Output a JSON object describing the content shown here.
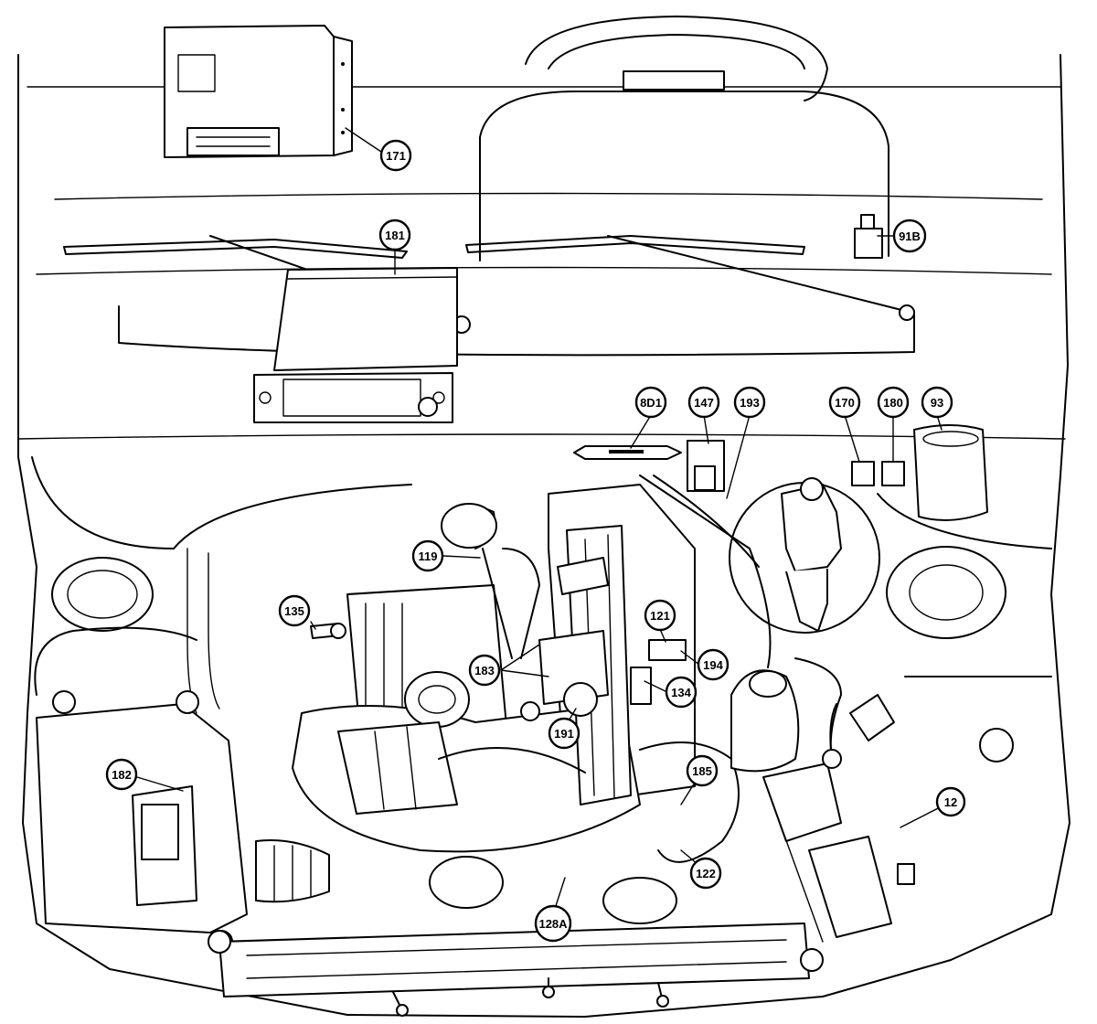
{
  "callouts": [
    {
      "id": "171",
      "label": "171"
    },
    {
      "id": "181",
      "label": "181"
    },
    {
      "id": "91B",
      "label": "91B"
    },
    {
      "id": "8D1",
      "label": "8D1"
    },
    {
      "id": "147",
      "label": "147"
    },
    {
      "id": "193",
      "label": "193"
    },
    {
      "id": "170",
      "label": "170"
    },
    {
      "id": "180",
      "label": "180"
    },
    {
      "id": "93",
      "label": "93"
    },
    {
      "id": "119",
      "label": "119"
    },
    {
      "id": "135",
      "label": "135"
    },
    {
      "id": "121",
      "label": "121"
    },
    {
      "id": "183",
      "label": "183"
    },
    {
      "id": "194",
      "label": "194"
    },
    {
      "id": "134",
      "label": "134"
    },
    {
      "id": "191",
      "label": "191"
    },
    {
      "id": "182",
      "label": "182"
    },
    {
      "id": "185",
      "label": "185"
    },
    {
      "id": "12",
      "label": "12"
    },
    {
      "id": "122",
      "label": "122"
    },
    {
      "id": "128A",
      "label": "128A"
    }
  ]
}
